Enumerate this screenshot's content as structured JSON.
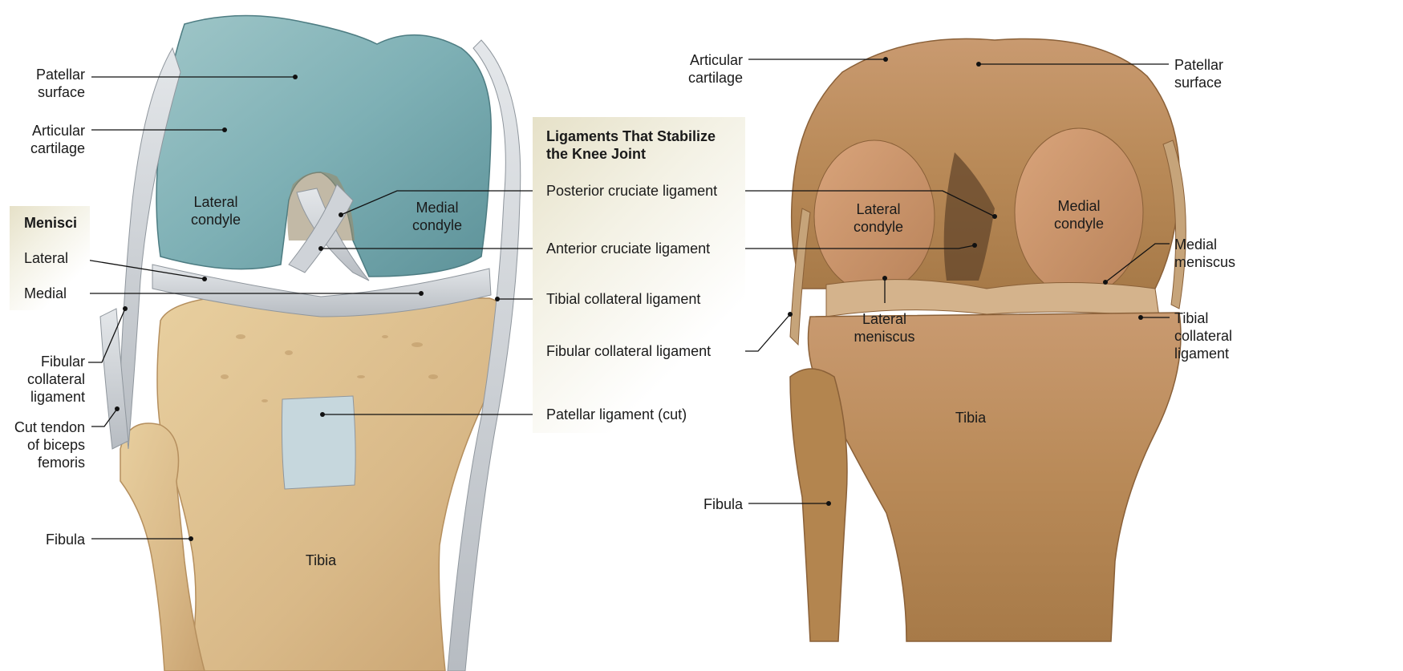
{
  "left_panel": {
    "labels": {
      "patellar_surface": "Patellar\nsurface",
      "articular_cartilage": "Articular\ncartilage",
      "lateral_condyle": "Lateral\ncondyle",
      "medial_condyle": "Medial\ncondyle",
      "fibular_collateral": "Fibular\ncollateral\nligament",
      "cut_tendon": "Cut tendon\nof biceps\nfemoris",
      "fibula": "Fibula",
      "tibia": "Tibia"
    },
    "menisci_box": {
      "title": "Menisci",
      "items": [
        "Lateral",
        "Medial"
      ]
    }
  },
  "ligaments_box": {
    "title": "Ligaments That Stabilize\nthe Knee Joint",
    "items": [
      "Posterior cruciate ligament",
      "Anterior cruciate ligament",
      "Tibial collateral ligament",
      "Fibular collateral ligament",
      "Patellar ligament (cut)"
    ]
  },
  "right_panel": {
    "labels": {
      "articular_cartilage": "Articular\ncartilage",
      "patellar_surface": "Patellar\nsurface",
      "lateral_condyle": "Lateral\ncondyle",
      "medial_condyle": "Medial\ncondyle",
      "medial_meniscus": "Medial\nmeniscus",
      "lateral_meniscus": "Lateral\nmeniscus",
      "tibial_collateral": "Tibial\ncollateral\nligament",
      "tibia": "Tibia",
      "fibula": "Fibula"
    }
  },
  "colors": {
    "cartilage": "#7fb0b5",
    "bone": "#d8b98a",
    "ligament": "#c9cdd2",
    "specimen": "#b8895a",
    "box_tint": "#e6e1c8"
  }
}
